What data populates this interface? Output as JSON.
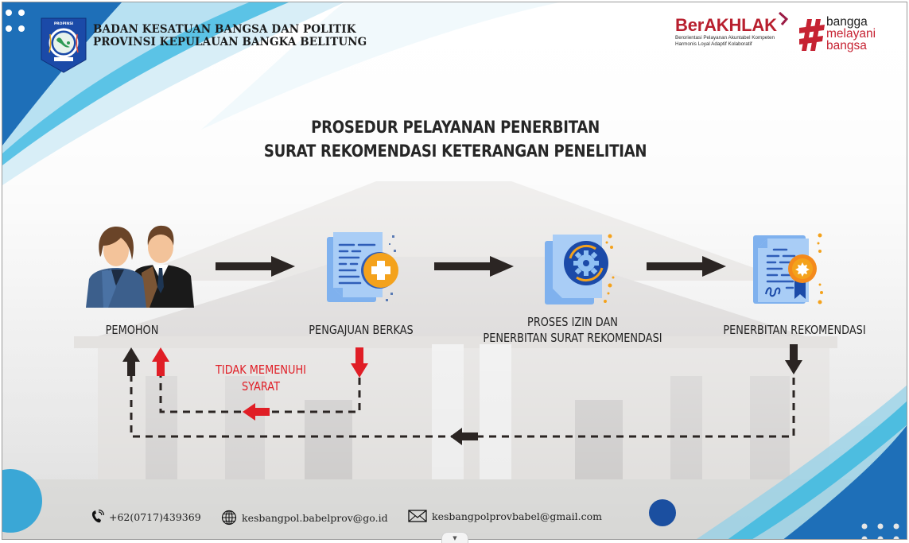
{
  "header": {
    "org_line1": "BADAN KESATUAN BANGSA DAN POLITIK",
    "org_line2": "PROVINSI KEPULAUAN BANGKA BELITUNG",
    "logo_icon": "provinsi-bangka-belitung-emblem",
    "berakhlak": {
      "title": "BerAKHLAK",
      "sub_line1": "Berorientasi Pelayanan Akuntabel Kompeten",
      "sub_line2": "Harmonis Loyal Adaptif Kolaboratif",
      "color": "#b81f2e"
    },
    "bangga": {
      "hash": "#",
      "line1": "bangga",
      "line2": "melayani",
      "line3": "bangsa",
      "color": "#c62232"
    }
  },
  "title": {
    "line1": "PROSEDUR PELAYANAN PENERBITAN",
    "line2": "SURAT REKOMENDASI KETERANGAN PENELITIAN"
  },
  "steps": [
    {
      "label": "PEMOHON",
      "icon": "applicants-icon"
    },
    {
      "label": "PENGAJUAN BERKAS",
      "icon": "document-add-icon"
    },
    {
      "label_line1": "PROSES IZIN DAN",
      "label_line2": "PENERBITAN SURAT REKOMENDASI",
      "icon": "document-process-gear-icon"
    },
    {
      "label": "PENERBITAN REKOMENDASI",
      "icon": "certificate-icon"
    }
  ],
  "rejection": {
    "line1": "TIDAK MEMENUHI",
    "line2": "SYARAT",
    "color": "#e01e26"
  },
  "colors": {
    "arrow_dark": "#2b2523",
    "arrow_red": "#e01e26",
    "accent_blue": "#1e6fb8",
    "light_blue": "#5bc3e6"
  },
  "footer": {
    "phone": "+62(0717)439369",
    "website": "kesbangpol.babelprov@go.id",
    "email": "kesbangpolprovbabel@gmail.com",
    "phone_icon": "phone-icon",
    "web_icon": "globe-icon",
    "email_icon": "envelope-icon"
  }
}
